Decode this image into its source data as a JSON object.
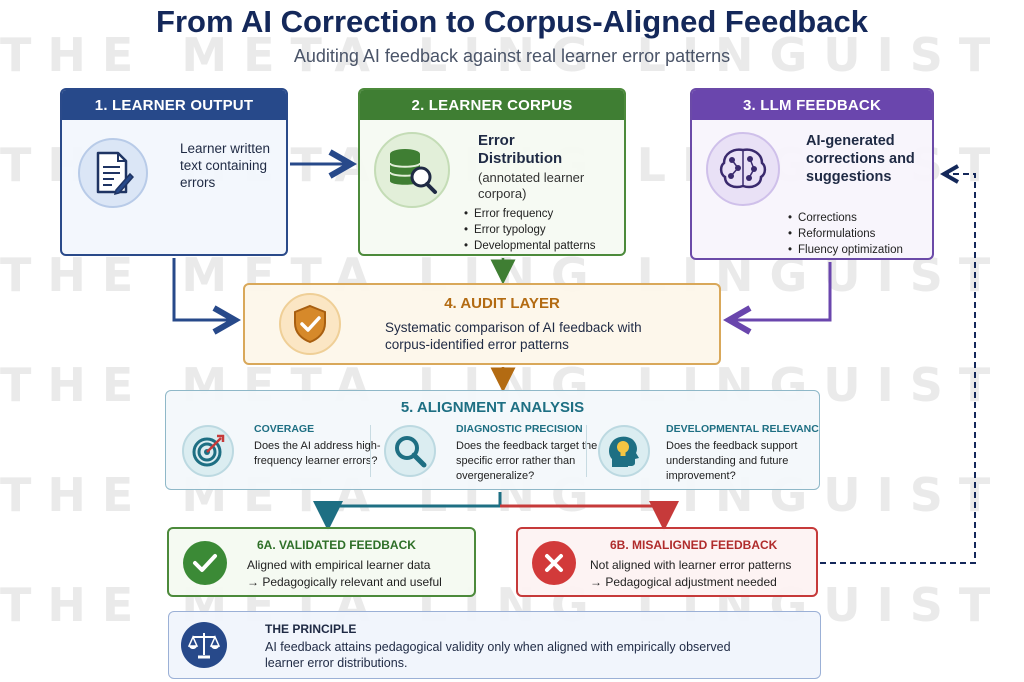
{
  "header": {
    "title": "From AI Correction to Corpus-Aligned Feedback",
    "subtitle": "Auditing AI feedback against real learner error patterns"
  },
  "watermark": "THE META LING LINGUIST BLOG",
  "learner_output": {
    "label": "1. LEARNER OUTPUT",
    "text": "Learner written text containing errors",
    "icon": "document-pen-icon",
    "color": "#27498a"
  },
  "learner_corpus": {
    "label": "2. LEARNER CORPUS",
    "heading": "Error Distribution",
    "subheading": "(annotated learner corpora)",
    "icon": "database-search-icon",
    "color": "#3f7e33",
    "bullets": [
      "Error frequency",
      "Error typology",
      "Developmental patterns"
    ]
  },
  "llm_feedback": {
    "label": "3. LLM FEEDBACK",
    "heading": "AI-generated corrections and suggestions",
    "icon": "brain-network-icon",
    "color": "#6a46ad",
    "bullets": [
      "Corrections",
      "Reformulations",
      "Fluency optimization"
    ]
  },
  "audit_layer": {
    "label": "4. AUDIT LAYER",
    "text": "Systematic comparison of AI feedback with corpus-identified error patterns",
    "icon": "shield-check-icon",
    "color": "#b36b12"
  },
  "alignment_analysis": {
    "label": "5. ALIGNMENT ANALYSIS",
    "color": "#1e6f83",
    "criteria": [
      {
        "title": "COVERAGE",
        "text": "Does the AI address high-frequency learner errors?",
        "icon": "target-icon"
      },
      {
        "title": "DIAGNOSTIC PRECISION",
        "text": "Does the feedback target the specific error rather than overgeneralize?",
        "icon": "magnifier-icon"
      },
      {
        "title": "DEVELOPMENTAL RELEVANCE",
        "text": "Does the feedback support understanding and future improvement?",
        "icon": "head-lightbulb-icon"
      }
    ]
  },
  "validated": {
    "label": "6A. VALIDATED FEEDBACK",
    "line1": "Aligned with empirical learner data",
    "line2": "→ Pedagogically relevant and useful",
    "icon": "check-icon",
    "color": "#3b8a36"
  },
  "misaligned": {
    "label": "6B. MISALIGNED FEEDBACK",
    "line1": "Not aligned with learner error patterns",
    "line2": "→ Pedagogical adjustment needed",
    "icon": "x-icon",
    "color": "#d23a3a"
  },
  "principle": {
    "label": "THE PRINCIPLE",
    "text": "AI feedback attains pedagogical validity only when aligned with empirically observed learner error distributions.",
    "icon": "scales-icon"
  }
}
